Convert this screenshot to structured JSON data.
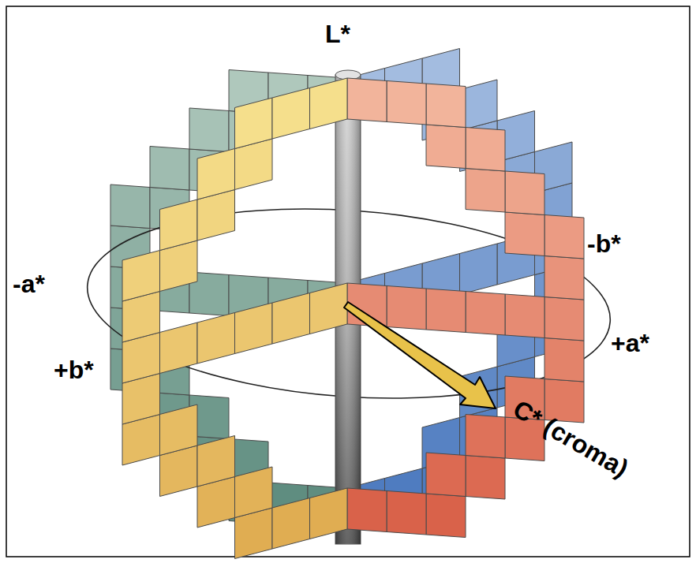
{
  "diagram": {
    "labels": [
      "L*",
      "-a*",
      "-b*",
      "+a*",
      "+b*",
      "C* (croma)"
    ]
  }
}
